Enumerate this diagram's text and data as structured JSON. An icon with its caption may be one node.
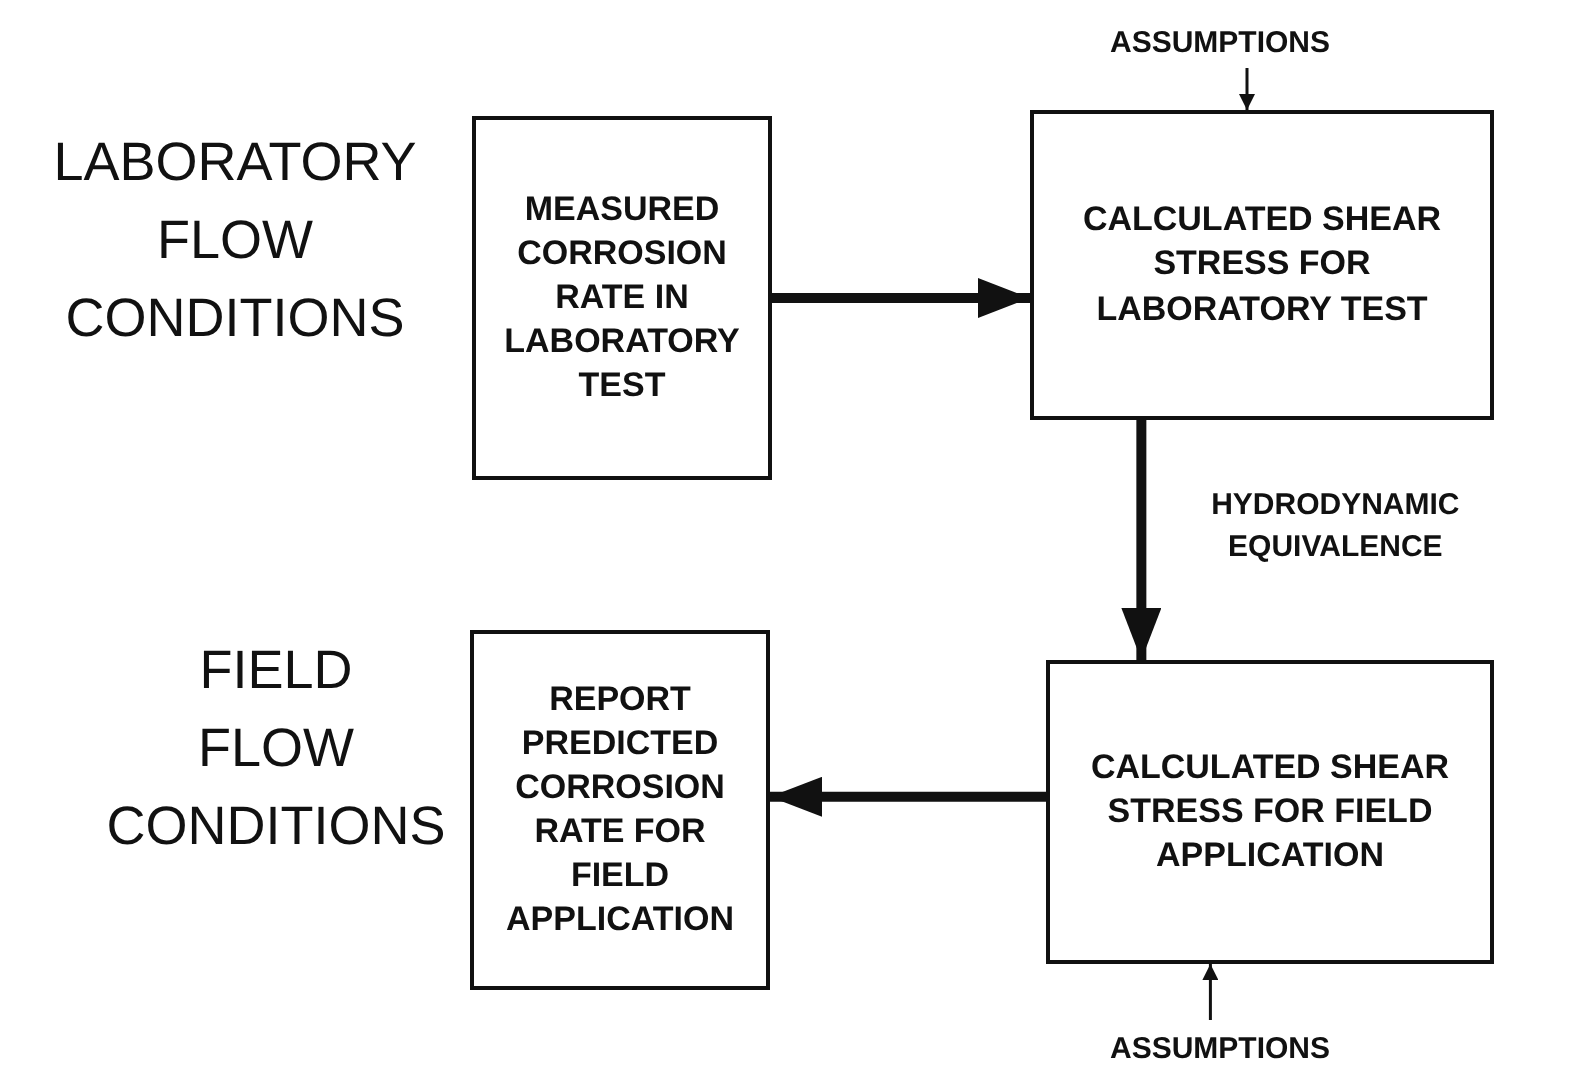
{
  "diagram": {
    "nodes": [
      {
        "text": [
          "ASSUMPTIONS"
        ]
      },
      {
        "text": [
          "MEASURED CORROSION RATE IN LABORATORY TEST"
        ]
      },
      {
        "text": [
          "CALCULATED SHEAR STRESS FOR LABORATORY TEST"
        ]
      },
      {
        "text": [
          "REPORT PREDICTED CORROSION RATE FOR FIELD APPLICATION"
        ]
      },
      {
        "text": [
          "CALCULATED SHEAR STRESS FOR FIELD APPLICATION"
        ]
      },
      {
        "text": [
          "ASSUMPTIONS"
        ]
      }
    ],
    "edges": [
      {
        "from": 0,
        "to": 2,
        "arrow": "to"
      },
      {
        "from": 1,
        "to": 2,
        "arrow": "to"
      },
      {
        "from": 2,
        "to": 4,
        "arrow": "to",
        "label": "HYDRODYNAMIC EQUIVALENCE"
      },
      {
        "from": 4,
        "to": 3,
        "arrow": "to"
      },
      {
        "from": 5,
        "to": 4,
        "arrow": "to"
      }
    ],
    "labels": [
      "LABORATORY FLOW CONDITIONS",
      "FIELD FLOW CONDITIONS"
    ]
  }
}
